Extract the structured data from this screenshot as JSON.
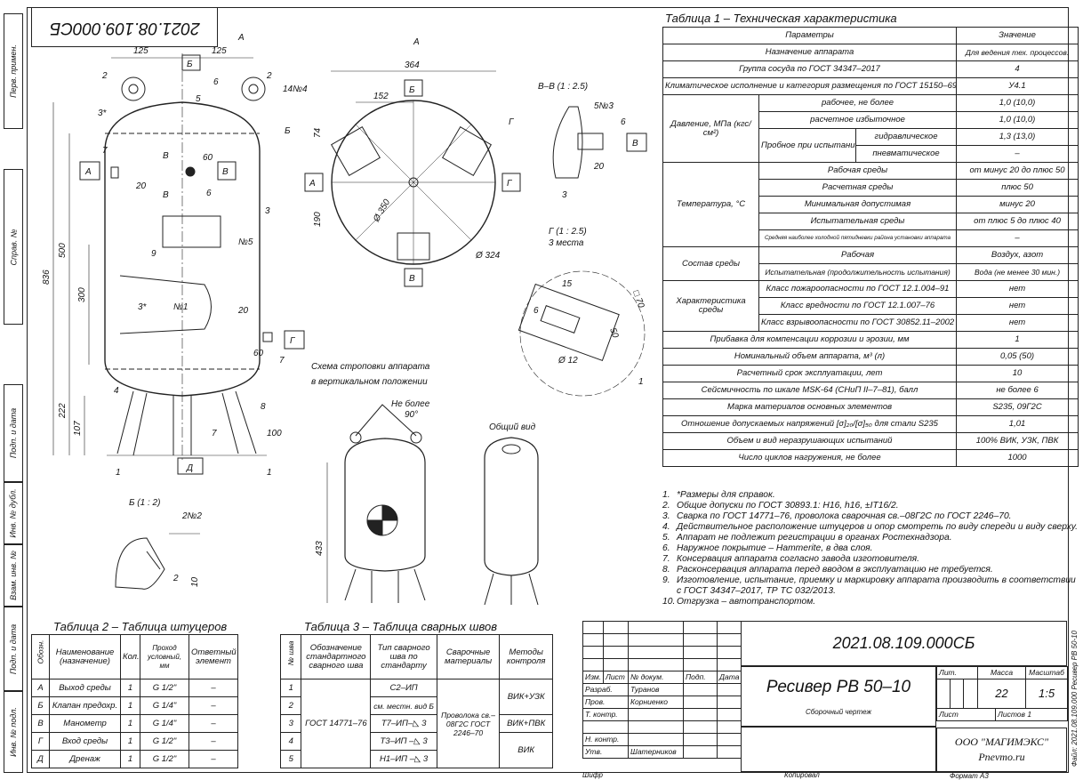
{
  "stamp_code": "2021.08.109.000СБ",
  "side_strip": [
    "Перв. примен.",
    "Справ. №",
    "Подп. и дата",
    "Инв. № дубл.",
    "Взам. инв. №",
    "Подп. и дата",
    "Инв. № подл."
  ],
  "side_file_label": "Файл: 2021.08.109.000 Ресивер РВ 50-10",
  "table1": {
    "title": "Таблица 1 – Техническая характеристика",
    "header": [
      "Параметры",
      "Значение"
    ],
    "purpose": [
      "Назначение аппарата",
      "Для ведения тех. процессов."
    ],
    "group": [
      "Группа сосуда по ГОСТ 34347–2017",
      "4"
    ],
    "climate": [
      "Климатическое исполнение и категория размещения по ГОСТ 15150–69",
      "У4.1"
    ],
    "pressure": {
      "label": "Давление, МПа (кгс/см²)",
      "working": [
        "рабочее, не более",
        "1,0 (10,0)"
      ],
      "design": [
        "расчетное избыточное",
        "1,0 (10,0)"
      ],
      "test_label": "Пробное при испытании",
      "hydraulic": [
        "гидравлическое",
        "1,3 (13,0)"
      ],
      "pneumatic": [
        "пневматическое",
        "–"
      ]
    },
    "temperature": {
      "label": "Температура, °С",
      "rows": [
        [
          "Рабочая среды",
          "от минус 20 до плюс 50"
        ],
        [
          "Расчетная среды",
          "плюс 50"
        ],
        [
          "Минимальная допустимая",
          "минус 20"
        ],
        [
          "Испытательная среды",
          "от плюс 5 до плюс 40"
        ],
        [
          "Средняя наиболее холодной пятидневки района установки аппарата",
          "–"
        ]
      ]
    },
    "medium": {
      "label": "Состав среды",
      "rows": [
        [
          "Рабочая",
          "Воздух, азот"
        ],
        [
          "Испытательная (продолжительность испытания)",
          "Вода (не менее 30 мин.)"
        ]
      ]
    },
    "medium_char": {
      "label": "Характеристика среды",
      "rows": [
        [
          "Класс пожароопасности по ГОСТ 12.1.004–91",
          "нет"
        ],
        [
          "Класс вредности по ГОСТ 12.1.007–76",
          "нет"
        ],
        [
          "Класс взрывоопасности по ГОСТ 30852.11–2002",
          "нет"
        ]
      ]
    },
    "rest": [
      [
        "Прибавка для компенсации коррозии и эрозии, мм",
        "1"
      ],
      [
        "Номинальный объем аппарата, м³ (л)",
        "0,05 (50)"
      ],
      [
        "Расчетный срок эксплуатации, лет",
        "10"
      ],
      [
        "Сейсмичность по шкале MSK-64 (СНиП II–7–81), балл",
        "не более 6"
      ],
      [
        "Марка материалов основных элементов",
        "S235, 09Г2С"
      ],
      [
        "Отношение допускаемых напряжений [σ]₂₀/[σ]₅₀ для стали S235",
        "1,01"
      ],
      [
        "Объем и вид неразрушающих испытаний",
        "100% ВИК, УЗК, ПВК"
      ],
      [
        "Число циклов нагружения, не более",
        "1000"
      ]
    ]
  },
  "notes": [
    [
      "1.",
      "*Размеры для справок."
    ],
    [
      "2.",
      "Общие допуски по ГОСТ 30893.1: H16, h16, ±IT16/2."
    ],
    [
      "3.",
      "Сварка по ГОСТ 14771–76, проволока сварочная св.–08Г2С по ГОСТ 2246–70."
    ],
    [
      "4.",
      "Действительное расположение штуцеров и опор смотреть по виду спереди и виду сверху."
    ],
    [
      "5.",
      "Аппарат не подлежит регистрации в органах Ростехнадзора."
    ],
    [
      "6.",
      "Наружное покрытие – Hammerite, в два слоя."
    ],
    [
      "7.",
      "Консервация аппарата согласно завода изготовителя."
    ],
    [
      "8.",
      "Расконсервация аппарата перед вводом в эксплуатацию не требуется."
    ],
    [
      "9.",
      "Изготовление, испытание, приемку и маркировку аппарата производить в соответствии с ГОСТ 34347–2017, ТР ТС 032/2013."
    ],
    [
      "10.",
      "Отгрузка – автотранспортом."
    ]
  ],
  "table2": {
    "title": "Таблица 2 – Таблица штуцеров",
    "header": [
      "Обозн.",
      "Наименование (назначение)",
      "Кол.",
      "Проход условный, мм",
      "Ответный элемент"
    ],
    "rows": [
      [
        "А",
        "Выход среды",
        "1",
        "G 1/2\"",
        "–"
      ],
      [
        "Б",
        "Клапан предохр.",
        "1",
        "G 1/4\"",
        "–"
      ],
      [
        "В",
        "Манометр",
        "1",
        "G 1/4\"",
        "–"
      ],
      [
        "Г",
        "Вход среды",
        "1",
        "G 1/2\"",
        "–"
      ],
      [
        "Д",
        "Дренаж",
        "1",
        "G 1/2\"",
        "–"
      ]
    ]
  },
  "table3": {
    "title": "Таблица 3 – Таблица сварных швов",
    "header": [
      "№ шва",
      "Обозначение стандартного сварного шва",
      "Тип сварного шва по стандарту",
      "Сварочные материалы",
      "Методы контроля"
    ],
    "nums": [
      "1",
      "2",
      "3",
      "4",
      "5"
    ],
    "standard": "ГОСТ 14771–76",
    "types": [
      "С2–ИП",
      "см. местн. вид Б",
      "Т7–ИП–◺ 3",
      "Т3–ИП –◺ 3",
      "Н1–ИП –◺ 3"
    ],
    "material": "Проволока св.–08Г2С ГОСТ 2246–70",
    "methods": [
      "ВИК+УЗК",
      "ВИК+ПВК",
      "ВИК"
    ]
  },
  "title_block": {
    "code": "2021.08.109.000СБ",
    "name": "Ресивер РВ 50–10",
    "doc_type": "Сборочный чертеж",
    "cols": [
      "Изм.",
      "Лист",
      "№ докум.",
      "Подп.",
      "Дата"
    ],
    "roles": [
      [
        "Разраб.",
        "Туранов"
      ],
      [
        "Пров.",
        "Корниенко"
      ],
      [
        "Т. контр.",
        ""
      ],
      [
        "",
        ""
      ],
      [
        "Н. контр.",
        ""
      ],
      [
        "Утв.",
        "Шатерников"
      ]
    ],
    "lit": "Лит.",
    "mass_label": "Масса",
    "scale_label": "Масштаб",
    "mass": "22",
    "scale": "1:5",
    "sheet": "Лист",
    "sheets": "Листов 1",
    "org": "ООО \"МАГИМЭКС\"",
    "site": "Pnevmo.ru",
    "cipher": "Шифр",
    "copied": "Копировал",
    "format": "Формат А3"
  },
  "drawing": {
    "view_a": "А",
    "b": "Б",
    "v": "В",
    "g": "Г",
    "d": "Д",
    "dims": {
      "d125": "125",
      "d364": "364",
      "d152": "152",
      "d74": "74",
      "d190": "190",
      "d836": "836",
      "d500": "500",
      "d300": "300",
      "d222": "222",
      "d107": "107",
      "d60": "60",
      "d20": "20",
      "d100": "100",
      "d433": "433",
      "d350": "Ø 350",
      "d324": "Ø 324",
      "d12": "Ø 12",
      "d15": "15",
      "d50": "50",
      "d5": "□ 70",
      "d2": "2",
      "d10": "10"
    },
    "callouts": [
      "1",
      "2",
      "3",
      "4",
      "5",
      "6",
      "7",
      "8",
      "9"
    ],
    "n4": "14№4",
    "n5": "№5",
    "n1": "№1",
    "n3": "5№3",
    "n2": "2№2",
    "star3": "3*",
    "sec_vv": "В–В (1 : 2.5)",
    "sec_g": "Г (1 : 2.5)",
    "places": "3 места",
    "sec_b": "Б (1 : 2)",
    "sling": "Схема строповки аппарата",
    "sling2": "в вертикальном положении",
    "angle": "Не более",
    "angle_val": "90°",
    "general": "Общий вид"
  }
}
